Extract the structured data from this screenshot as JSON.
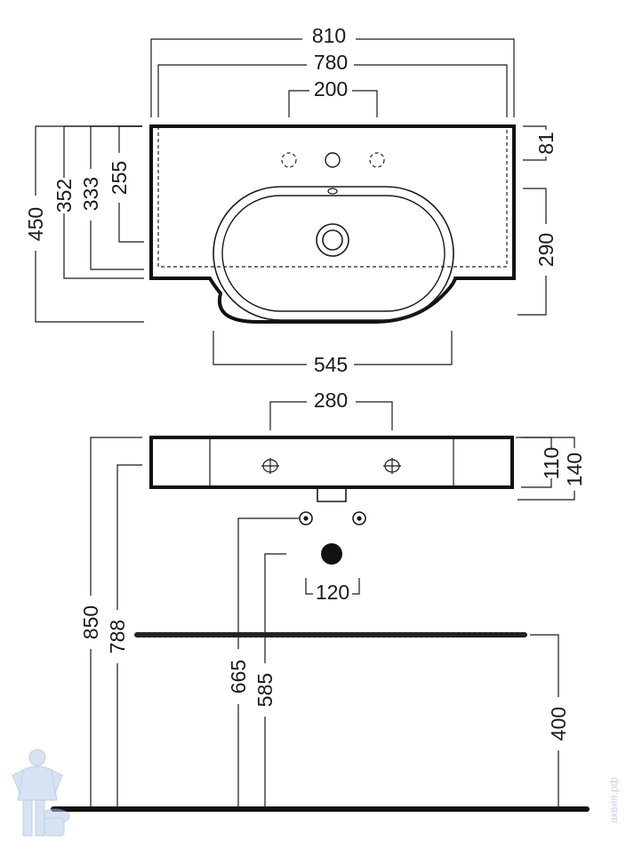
{
  "top_view": {
    "width_overall": "810",
    "width_inner": "780",
    "tap_spacing": "200",
    "depth_total": "450",
    "depth_352": "352",
    "depth_333": "333",
    "depth_255": "255",
    "back_to_tap": "81",
    "bowl_depth": "290",
    "bowl_width": "545"
  },
  "front_view": {
    "mount_spacing": "280",
    "thickness_110": "110",
    "thickness_140": "140",
    "height_850": "850",
    "height_788": "788",
    "supply_665": "665",
    "drain_585": "585",
    "supply_spacing": "120",
    "floor_line_400": "400"
  },
  "watermark": {
    "text": "аквия.рф"
  }
}
